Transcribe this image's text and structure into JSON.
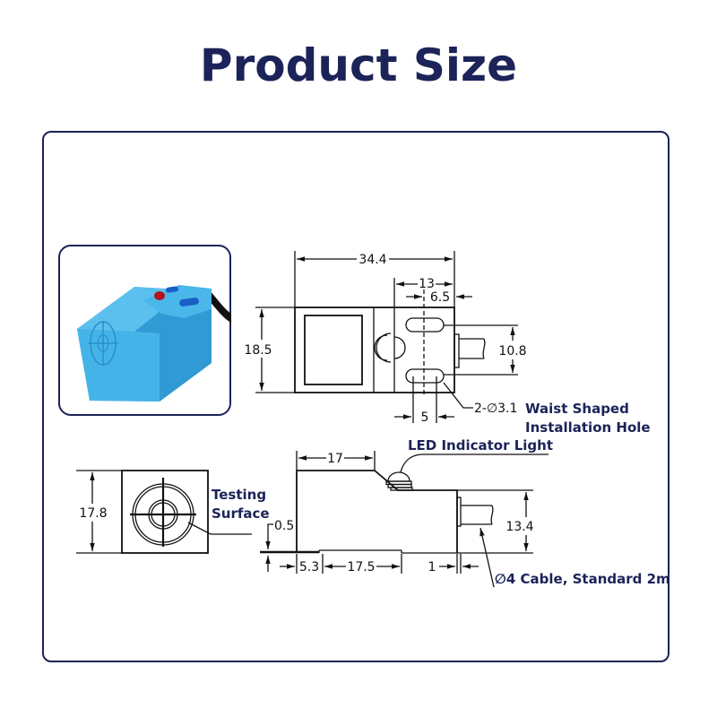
{
  "title": "Product Size",
  "colors": {
    "navy": "#1b2358",
    "sensor_blue": "#3fb0e6",
    "led_red": "#c0141c"
  },
  "top_view": {
    "width": "34.4",
    "height": "18.5",
    "hole_offset": "13",
    "hole_center": "6.5",
    "hole_spacing": "10.8",
    "slot_length": "5",
    "hole_spec": "2-∅3.1",
    "hole_label_line1": "Waist Shaped",
    "hole_label_line2": "Installation Hole"
  },
  "front_view": {
    "height": "17.8",
    "testing_label_line1": "Testing",
    "testing_label_line2": "Surface"
  },
  "side_view": {
    "led_label": "LED Indicator Light",
    "top_length": "17",
    "recess": "0.5",
    "offset": "5.3",
    "recess_length": "17.5",
    "gap": "1",
    "height": "13.4",
    "cable_label": "∅4 Cable, Standard 2m"
  }
}
